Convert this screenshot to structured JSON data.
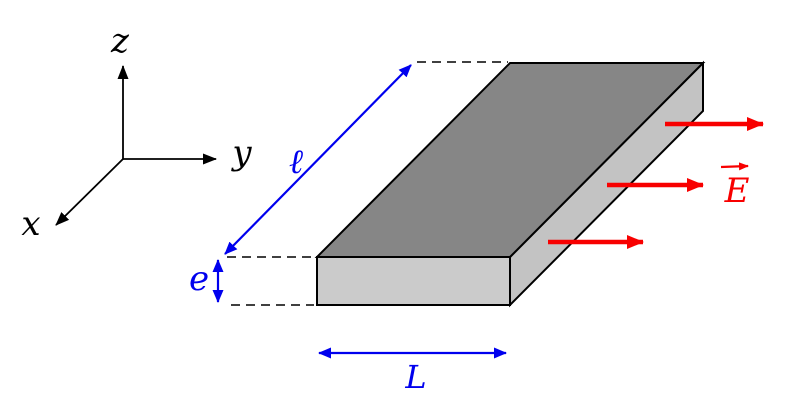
{
  "figure": {
    "description_label": "slab-with-electric-field-diagram"
  },
  "axes": {
    "x_label": "x",
    "y_label": "y",
    "z_label": "z"
  },
  "dimensions": {
    "length_label": "ℓ",
    "thickness_label": "e",
    "width_label": "L"
  },
  "field": {
    "label": "E",
    "arrow_count": 3
  },
  "colors": {
    "background": "#ffffff",
    "edge": "#000000",
    "axis": "#000000",
    "dash": "#000000",
    "top_face": "#868686",
    "front_face": "#cbcbcb",
    "side_face": "#c3c3c3",
    "dimension_blue": "#0000ee",
    "field_red": "#f80000"
  }
}
